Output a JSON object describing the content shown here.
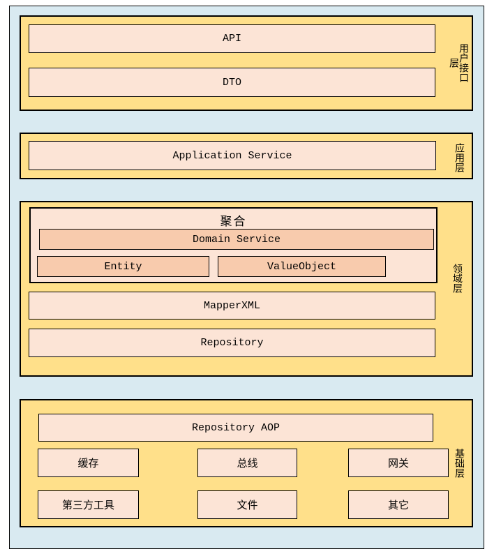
{
  "colors": {
    "page_bg": "#ffffff",
    "canvas_bg": "#d9eaf1",
    "layer_bg": "#ffe08a",
    "box_bg": "#fce4d6",
    "box_accent_bg": "#f8cbad",
    "border": "#000000",
    "text": "#000000"
  },
  "layers": [
    {
      "id": "user-interface",
      "vlabel": "用户接口层",
      "boxes": [
        {
          "label": "API"
        },
        {
          "label": "DTO"
        }
      ]
    },
    {
      "id": "application",
      "vlabel": "应用层",
      "boxes": [
        {
          "label": "Application Service"
        }
      ]
    },
    {
      "id": "domain",
      "vlabel": "领域层",
      "aggregate": {
        "title": "聚合",
        "service": "Domain Service",
        "entity": "Entity",
        "value_object": "ValueObject"
      },
      "boxes": [
        {
          "label": "MapperXML"
        },
        {
          "label": "Repository"
        }
      ]
    },
    {
      "id": "infrastructure",
      "vlabel": "基础层",
      "wide_box": "Repository AOP",
      "grid": [
        [
          "缓存",
          "总线",
          "网关"
        ],
        [
          "第三方工具",
          "文件",
          "其它"
        ]
      ]
    }
  ]
}
